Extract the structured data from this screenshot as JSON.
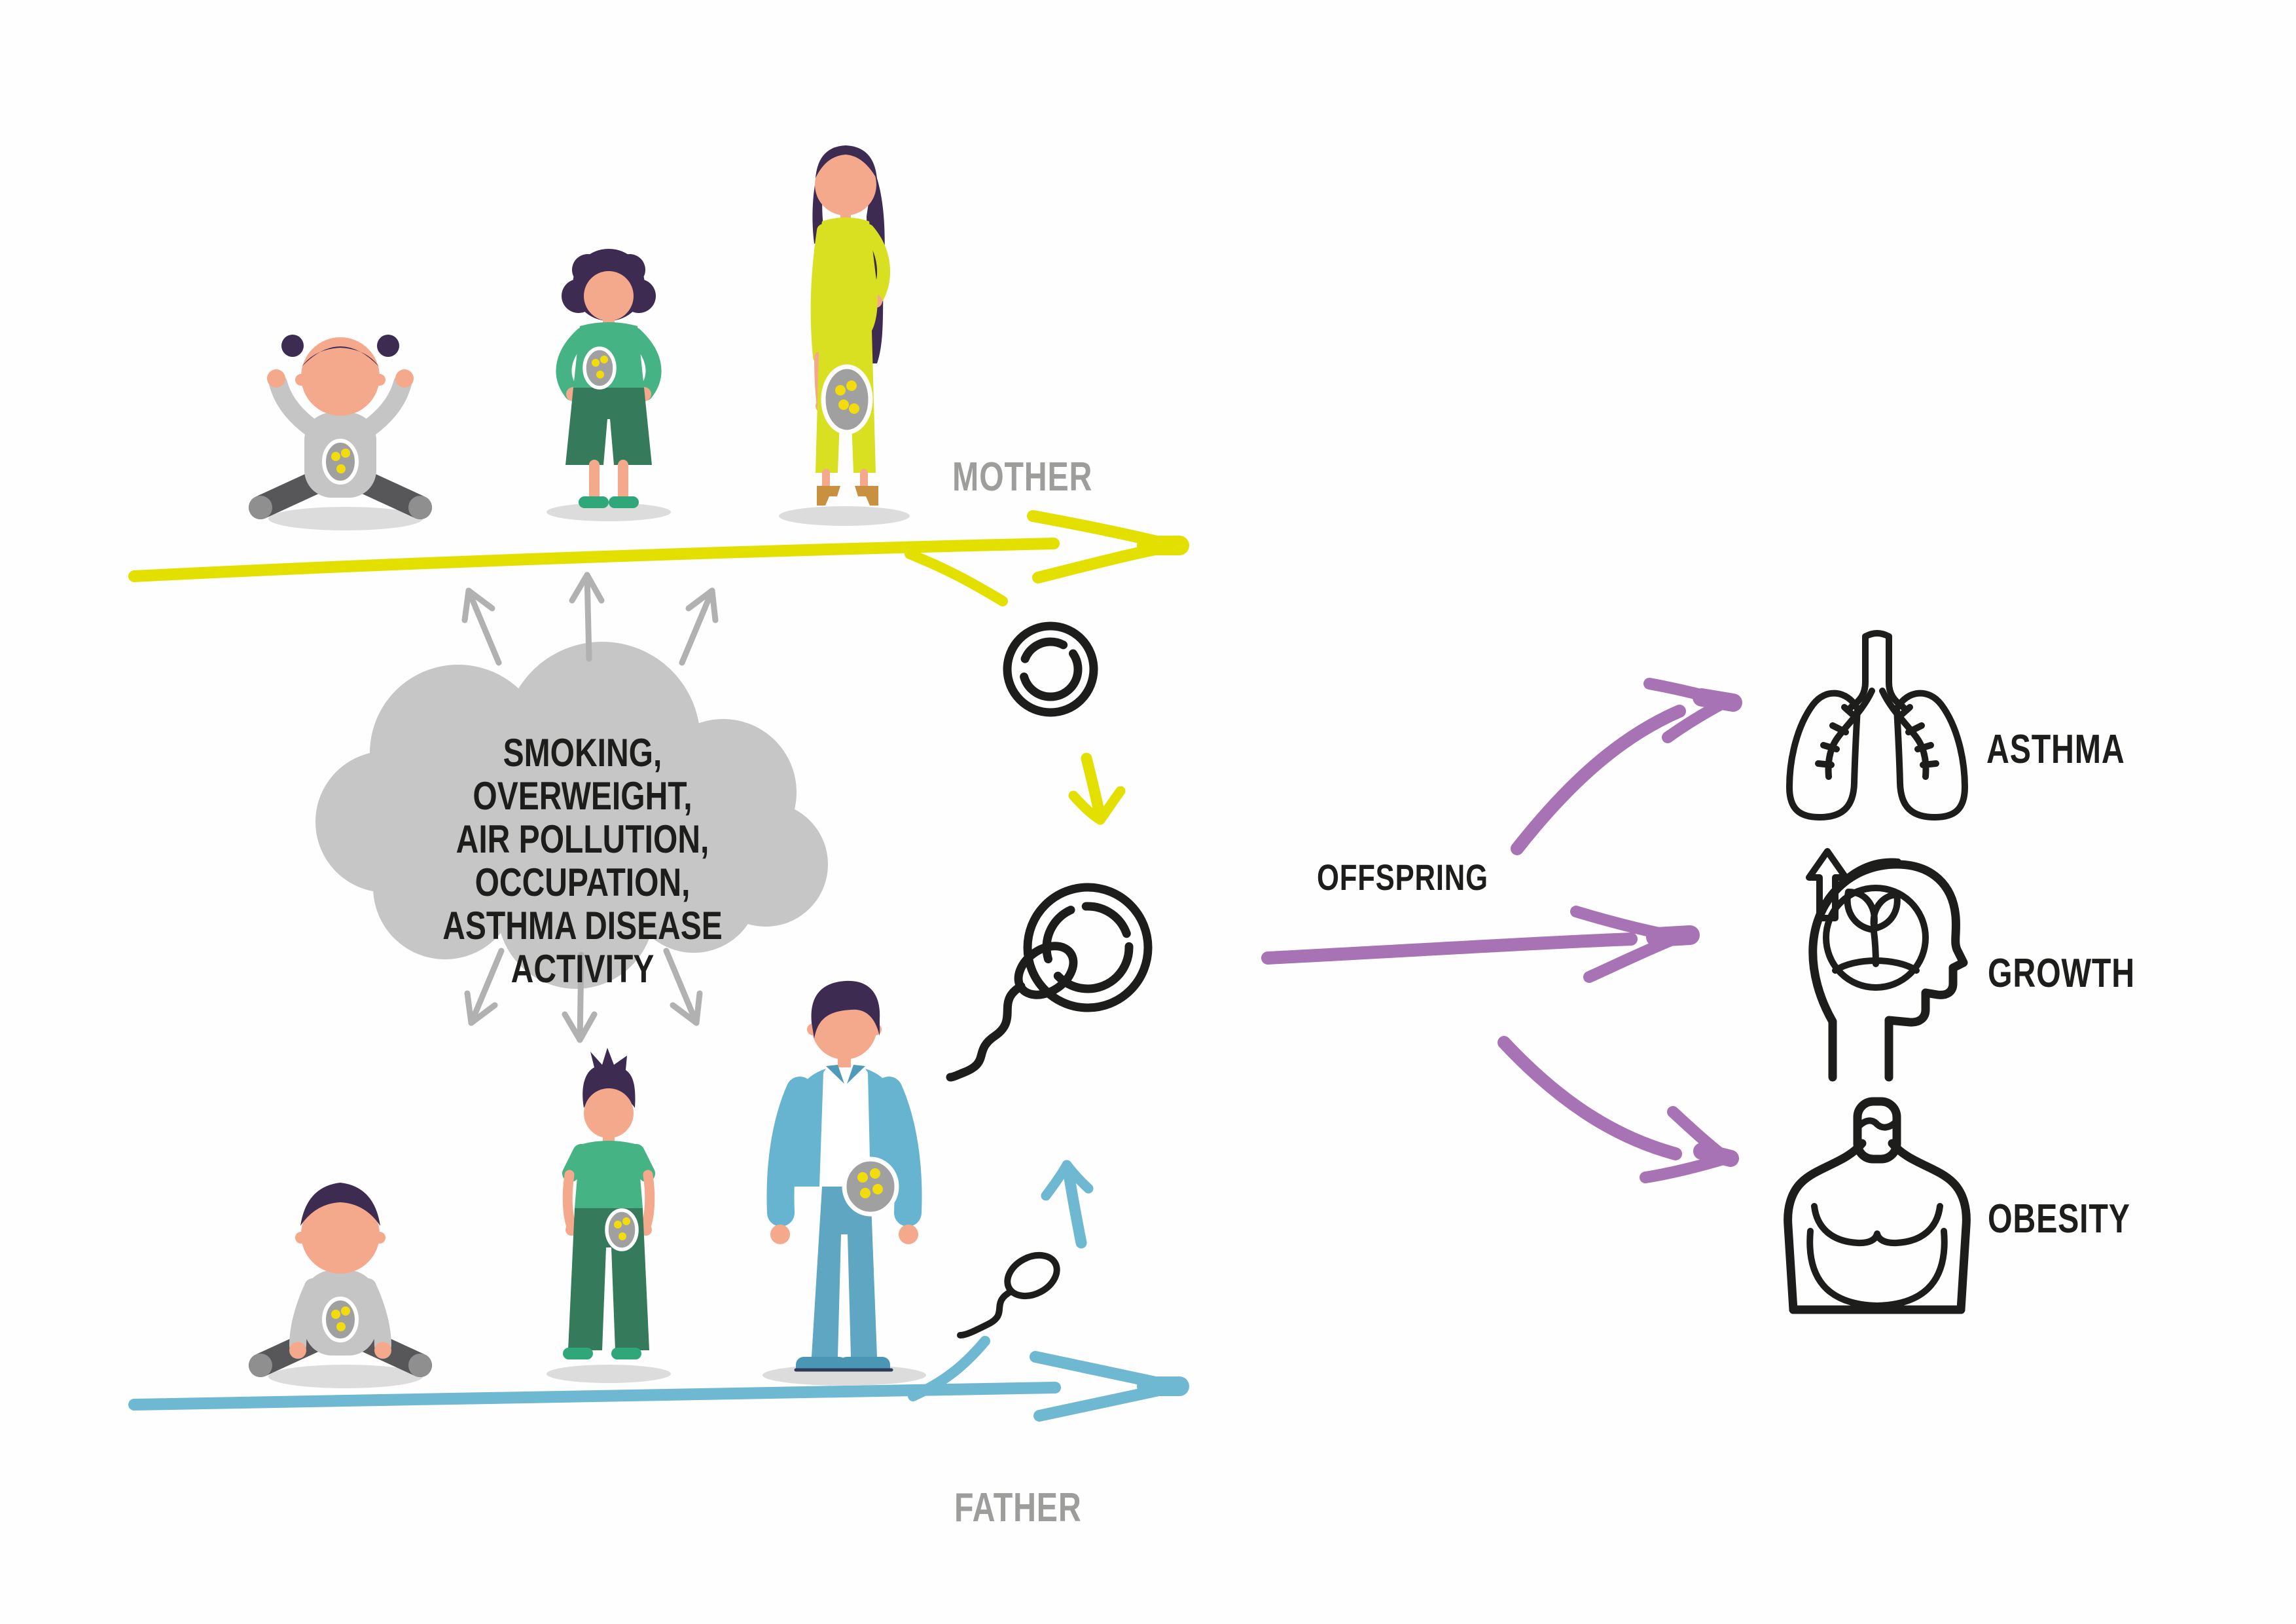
{
  "diagram": {
    "mother_label": "MOTHER",
    "father_label": "FATHER",
    "offspring_label": "OFFSPRING",
    "exposure_cloud_lines": [
      "SMOKING, OVERWEIGHT,",
      "AIR POLLUTION, OCCUPATION,",
      "ASTHMA DISEASE ACTIVITY"
    ],
    "outcomes": [
      {
        "label": "ASTHMA",
        "icon": "lungs-icon"
      },
      {
        "label": "GROWTH",
        "icon": "head-growth-icon"
      },
      {
        "label": "OBESITY",
        "icon": "obesity-body-icon"
      }
    ],
    "mother_timeline_figures": [
      "baby-girl",
      "teen-girl",
      "pregnant-woman"
    ],
    "father_timeline_figures": [
      "baby-boy",
      "teen-boy",
      "adult-man"
    ],
    "gamete_icons": {
      "egg": "egg-cell-icon",
      "sperm": "sperm-icon",
      "fertilization": "fertilized-egg-icon"
    }
  },
  "colors": {
    "mother_timeline": "#e3e000",
    "father_timeline": "#6eb8d2",
    "offspring_arrows": "#a873b4",
    "exposure_cloud": "#c6c6c6",
    "exposure_arrows": "#b1b1b1",
    "parent_labels": "#9d9d9c",
    "dark_text": "#1d1d1b",
    "outline_icons": "#1d1d1b",
    "germ_cell_fill": "#a0a0a0",
    "germ_cell_dots": "#f2dc0c",
    "skin": "#f4a98c",
    "hair": "#3d2b52",
    "girl_top_green": "#45b384",
    "girl_pants_green": "#367a5c",
    "shoe_green": "#2fa778",
    "woman_outfit_yellow": "#d9e021",
    "heel_tan": "#c9913f",
    "baby_outfit_gray": "#c5c5c5",
    "baby_pants_gray": "#57575a",
    "man_jacket_blue": "#66b4d0",
    "man_jeans_blue": "#5ea6c2",
    "man_collar_blue": "#4e9ab8",
    "man_shoe_blue": "#4a97b5",
    "shadow_gray": "#dcdcdc"
  }
}
